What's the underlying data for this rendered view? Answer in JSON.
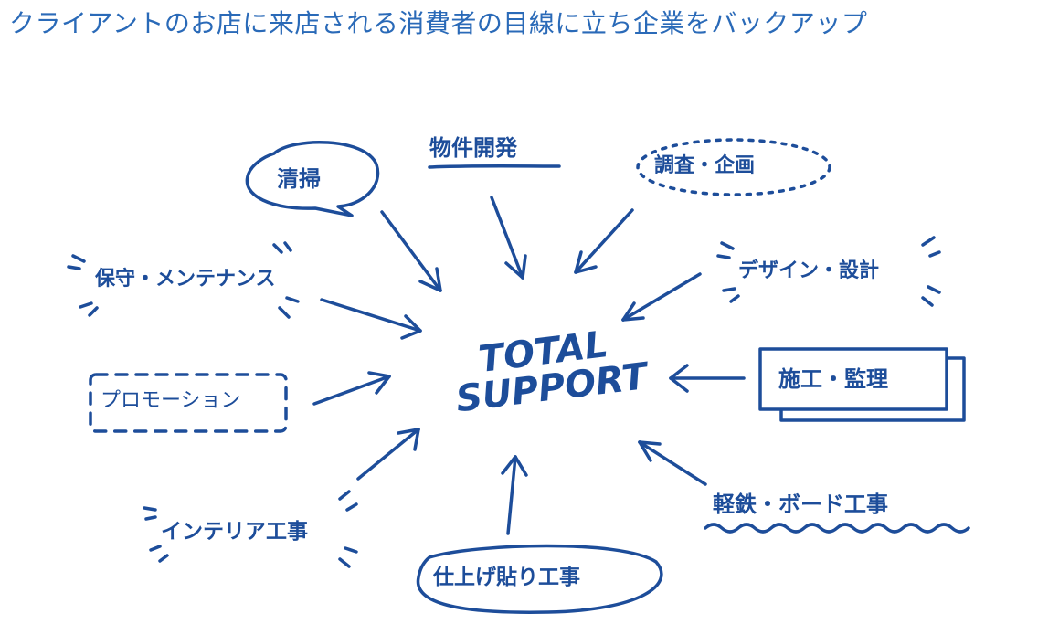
{
  "title": "クライアントのお店に来店される消費者の目線に立ち企業をバックアップ",
  "center": {
    "line1": "TOTAL",
    "line2": "SUPPORT"
  },
  "items": {
    "cleaning": "清掃",
    "property": "物件開発",
    "research": "調査・企画",
    "design": "デザイン・設計",
    "construction": "施工・監理",
    "lgs": "軽鉄・ボード工事",
    "finishing": "仕上げ貼り工事",
    "interior": "インテリア工事",
    "promotion": "プロモーション",
    "maintenance": "保守・メンテナンス"
  },
  "colors": {
    "ink": "#1d4d9a",
    "title": "#2a6ab8"
  }
}
